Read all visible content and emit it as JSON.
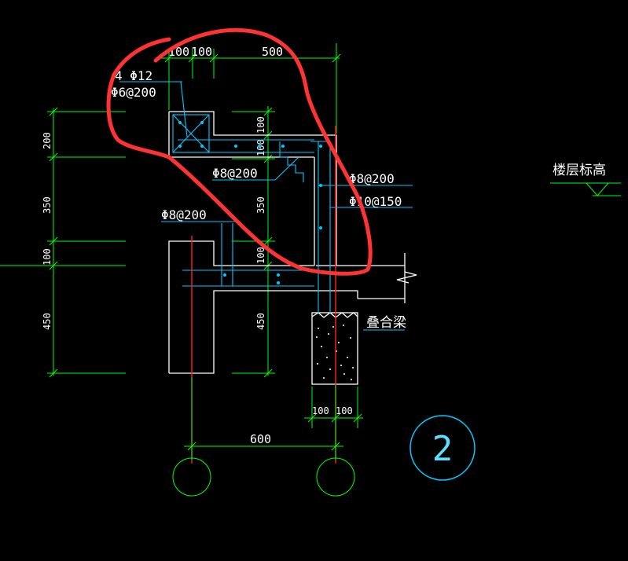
{
  "drawing": {
    "detail_number": "2",
    "floor_elevation_label": "楼层标高",
    "precast_beam_label": "叠合梁",
    "rebar": {
      "corner_bars": "4 Φ12",
      "corner_stirrup": "Φ6@200",
      "slab_bar": "Φ8@200",
      "wall_bar_1": "Φ8@200",
      "wall_bar_2": "Φ10@150",
      "lower_bar": "Φ8@200"
    },
    "dims": {
      "top_1": "100",
      "top_2": "100",
      "top_3": "500",
      "left_1": "200",
      "left_2": "350",
      "left_3": "100",
      "left_4": "450",
      "mid_1": "100",
      "mid_2": "100",
      "mid_3": "350",
      "mid_4": "100",
      "mid_5": "450",
      "beam_1": "100",
      "beam_2": "100",
      "bottom": "600"
    },
    "colors": {
      "background": "#000000",
      "outline": "#ffffff",
      "dimension": "#00ff00",
      "rebar": "#00c8ff",
      "axis": "#ff2020",
      "markup": "#ff3333"
    }
  }
}
